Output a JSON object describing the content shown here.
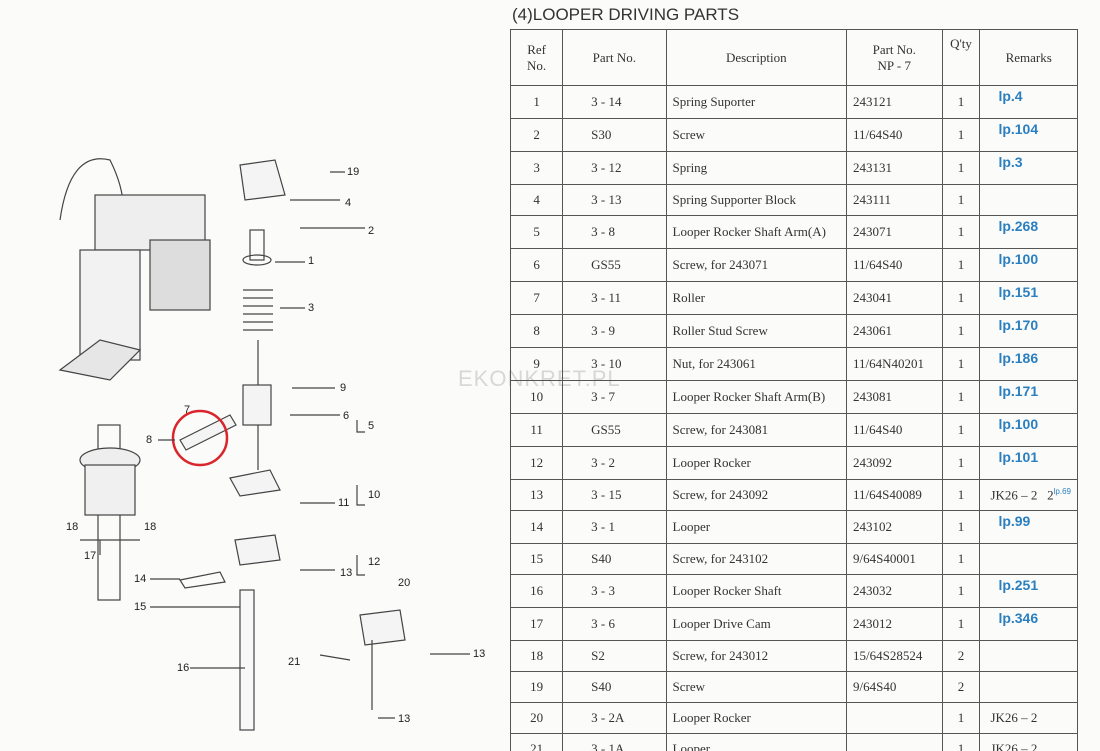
{
  "title": "(4)LOOPER DRIVING PARTS",
  "watermark": "EKONKRET.PL",
  "headers": {
    "ref": "Ref No.",
    "part": "Part No.",
    "desc": "Description",
    "np_line1": "Part No.",
    "np_line2": "NP - 7",
    "qty": "Q'ty",
    "remarks": "Remarks"
  },
  "rows": [
    {
      "ref": "1",
      "part": "3 - 14",
      "desc": "Spring Suporter",
      "np": "243121",
      "qty": "1",
      "remark": "",
      "link": "lp.4"
    },
    {
      "ref": "2",
      "part": "S30",
      "desc": "Screw",
      "np": "11/64S40",
      "qty": "1",
      "remark": "",
      "link": "lp.104"
    },
    {
      "ref": "3",
      "part": "3 - 12",
      "desc": "Spring",
      "np": "243131",
      "qty": "1",
      "remark": "",
      "link": "lp.3"
    },
    {
      "ref": "4",
      "part": "3 - 13",
      "desc": "Spring Supporter Block",
      "np": "243111",
      "qty": "1",
      "remark": "",
      "link": ""
    },
    {
      "ref": "5",
      "part": "3 - 8",
      "desc": "Looper Rocker Shaft Arm(A)",
      "np": "243071",
      "qty": "1",
      "remark": "",
      "link": "lp.268"
    },
    {
      "ref": "6",
      "part": "GS55",
      "desc": "Screw, for 243071",
      "np": "11/64S40",
      "qty": "1",
      "remark": "",
      "link": "lp.100"
    },
    {
      "ref": "7",
      "part": "3 - 11",
      "desc": "Roller",
      "np": "243041",
      "qty": "1",
      "remark": "",
      "link": "lp.151"
    },
    {
      "ref": "8",
      "part": "3 - 9",
      "desc": "Roller Stud Screw",
      "np": "243061",
      "qty": "1",
      "remark": "",
      "link": "lp.170"
    },
    {
      "ref": "9",
      "part": "3 - 10",
      "desc": "Nut, for 243061",
      "np": "11/64N40201",
      "qty": "1",
      "remark": "",
      "link": "lp.186"
    },
    {
      "ref": "10",
      "part": "3 - 7",
      "desc": "Looper Rocker Shaft Arm(B)",
      "np": "243081",
      "qty": "1",
      "remark": "",
      "link": "lp.171"
    },
    {
      "ref": "11",
      "part": "GS55",
      "desc": "Screw, for 243081",
      "np": "11/64S40",
      "qty": "1",
      "remark": "",
      "link": "lp.100"
    },
    {
      "ref": "12",
      "part": "3 - 2",
      "desc": "Looper Rocker",
      "np": "243092",
      "qty": "1",
      "remark": "",
      "link": "lp.101"
    },
    {
      "ref": "13",
      "part": "3 - 15",
      "desc": "Screw, for 243092",
      "np": "11/64S40089",
      "qty": "1",
      "remark": "JK26 – 2   2",
      "link": "",
      "sup": "lp.69"
    },
    {
      "ref": "14",
      "part": "3 - 1",
      "desc": "Looper",
      "np": "243102",
      "qty": "1",
      "remark": "",
      "link": "lp.99"
    },
    {
      "ref": "15",
      "part": "S40",
      "desc": "Screw, for 243102",
      "np": "9/64S40001",
      "qty": "1",
      "remark": "",
      "link": ""
    },
    {
      "ref": "16",
      "part": "3 - 3",
      "desc": "Looper Rocker Shaft",
      "np": "243032",
      "qty": "1",
      "remark": "",
      "link": "lp.251"
    },
    {
      "ref": "17",
      "part": "3 - 6",
      "desc": "Looper Drive Cam",
      "np": "243012",
      "qty": "1",
      "remark": "",
      "link": "lp.346"
    },
    {
      "ref": "18",
      "part": "S2",
      "desc": "Screw, for 243012",
      "np": "15/64S28524",
      "qty": "2",
      "remark": "",
      "link": ""
    },
    {
      "ref": "19",
      "part": "S40",
      "desc": "Screw",
      "np": "9/64S40",
      "qty": "2",
      "remark": "",
      "link": ""
    },
    {
      "ref": "20",
      "part": "3 - 2A",
      "desc": "Looper Rocker",
      "np": "",
      "qty": "1",
      "remark": "JK26 – 2",
      "link": ""
    },
    {
      "ref": "21",
      "part": "3 - 1A",
      "desc": "Looper",
      "np": "",
      "qty": "1",
      "remark": "JK26 – 2",
      "link": ""
    }
  ],
  "diagram": {
    "callouts": [
      "19",
      "4",
      "2",
      "1",
      "3",
      "9",
      "6",
      "5",
      "7",
      "8",
      "11",
      "10",
      "12",
      "13",
      "14",
      "15",
      "16",
      "20",
      "21",
      "13",
      "13",
      "17",
      "18",
      "18"
    ]
  },
  "colors": {
    "link": "#2a7fc0",
    "highlight": "#d9252b"
  }
}
